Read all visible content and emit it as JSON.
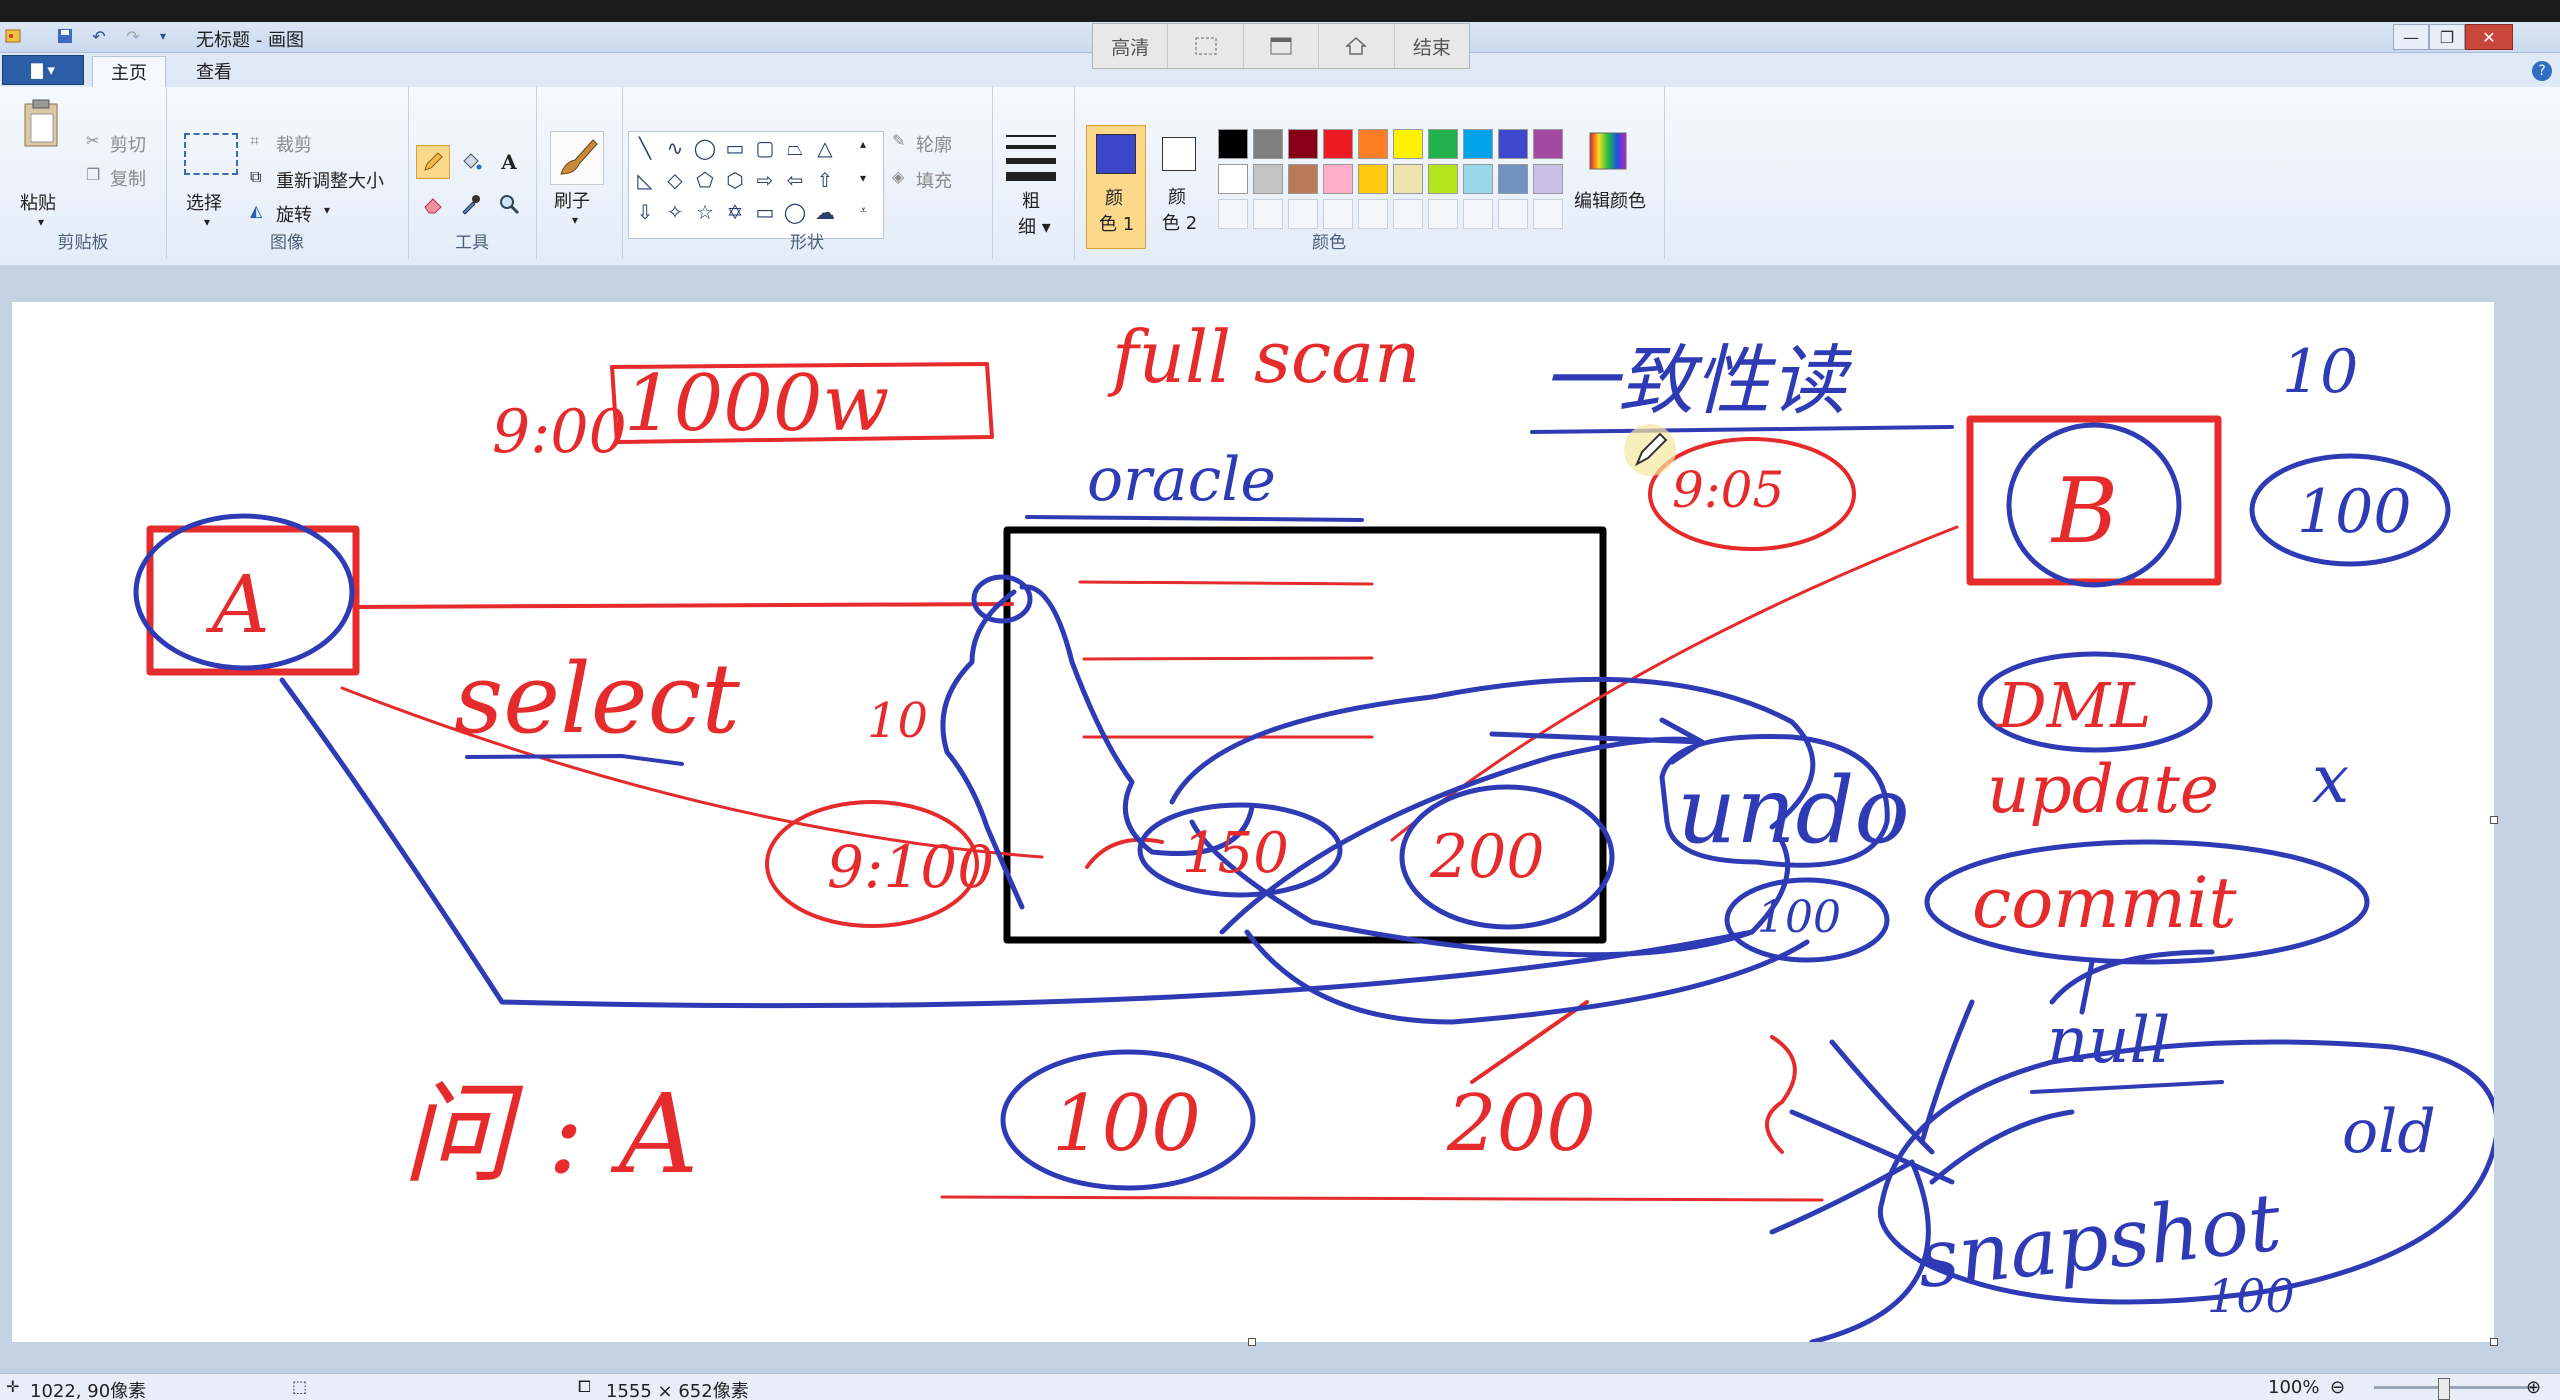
{
  "titlebar": {
    "title": "无标题 - 画图"
  },
  "overlay": {
    "buttons": [
      "高清",
      "",
      "",
      "",
      "结束"
    ]
  },
  "tabs": {
    "file_icon": "▇ ▾",
    "home": "主页",
    "view": "查看"
  },
  "clipboard": {
    "paste": "粘贴",
    "cut": "剪切",
    "copy": "复制",
    "group": "剪贴板"
  },
  "image": {
    "select": "选择",
    "crop": "裁剪",
    "resize": "重新调整大小",
    "rotate": "旋转",
    "group": "图像"
  },
  "tools": {
    "group": "工具",
    "brush": "刷子"
  },
  "shapes": {
    "outline": "轮廓",
    "fill": "填充",
    "group": "形状",
    "size": "粗细"
  },
  "colors": {
    "color1": "颜色 1",
    "color1_a": "颜",
    "color1_b": "色 1",
    "color2_a": "颜",
    "color2_b": "色 2",
    "edit": "编辑颜色",
    "group": "颜色",
    "active_color1": "#3a47c8",
    "palette_row1": [
      "#000000",
      "#7f7f7f",
      "#880015",
      "#ed1c24",
      "#ff7f27",
      "#fff200",
      "#22b14c",
      "#00a2e8",
      "#3f48cc",
      "#a349a4"
    ],
    "palette_row2": [
      "#ffffff",
      "#c3c3c3",
      "#b97a57",
      "#ffaec9",
      "#ffc90e",
      "#efe4b0",
      "#b5e61d",
      "#99d9ea",
      "#7092be",
      "#c8bfe7"
    ]
  },
  "status": {
    "cursor_pos": "1022, 90像素",
    "canvas_size": "1555 × 652像素",
    "zoom": "100%"
  },
  "drawing_text": {
    "red_1": "1000w",
    "red_2": "9:00",
    "red_3": "select",
    "red_4": "10",
    "red_5": "9:05",
    "red_6": "9:100",
    "red_7": "150",
    "red_8": "200",
    "red_9": "问 : A",
    "red_10": "full scan",
    "red_11": "DML",
    "red_12": "update",
    "red_13": "commit",
    "red_14": "200",
    "blue_1": "A",
    "blue_2": "B",
    "blue_3": "10",
    "blue_4": "100",
    "blue_5": "oracle",
    "blue_6": "一致性读",
    "blue_7": "undo",
    "blue_8": "100",
    "blue_9": "null",
    "blue_10": "old",
    "blue_11": "snapshot",
    "blue_12": "100",
    "blue_13": "x"
  }
}
